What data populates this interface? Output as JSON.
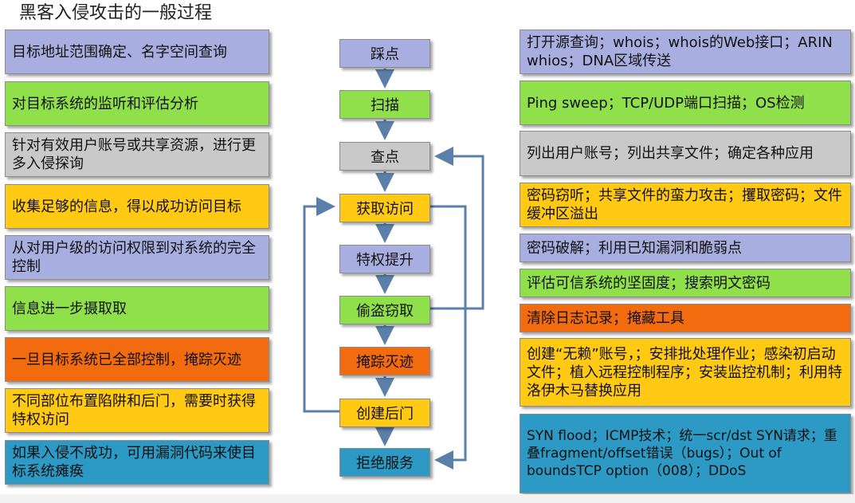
{
  "title": "黑客入侵攻击的一般过程",
  "colors": {
    "purple": "#a9aee0",
    "green": "#8fe04a",
    "gray": "#c9c9c9",
    "yellow": "#ffc914",
    "orange": "#f36b0f",
    "blue": "#2c9ac4",
    "arrow": "#5a7fa8"
  },
  "left_descriptions": [
    "目标地址范围确定、名字空间查询",
    "对目标系统的监听和评估分析",
    "针对有效用户账号或共享资源，进行更多入侵探询",
    "收集足够的信息，得以成功访问目标",
    "从对用户级的访问权限到对系统的完全控制",
    "信息进一步摄取取",
    "一旦目标系统已全部控制，掩踪灭迹",
    "不同部位布置陷阱和后门，需要时获得特权访问",
    "如果入侵不成功，可用漏洞代码来使目标系统瘫痪"
  ],
  "steps": [
    "踩点",
    "扫描",
    "查点",
    "获取访问",
    "特权提升",
    "偷盗窃取",
    "掩踪灭迹",
    "创建后门",
    "拒绝服务"
  ],
  "right_methods": [
    "打开源查询；whois；whois的Web接口；ARIN whios；DNA区域传送",
    "Ping sweep；TCP/UDP端口扫描；OS检测",
    "列出用户账号；列出共享文件；确定各种应用",
    "密码窃听；共享文件的蛮力攻击；攫取密码；文件缓冲区溢出",
    "密码破解；利用已知漏洞和脆弱点",
    "评估可信系统的坚固度；搜索明文密码",
    "清除日志记录；掩藏工具",
    "创建“无赖”账号，；安排批处理作业；感染初启动文件；植入远程控制程序；安装监控机制；利用特洛伊木马替换应用",
    "SYN flood；ICMP技术；统一scr/dst SYN请求；重叠fragment/offset错误（bugs）；Out of boundsTCP option（008）；DDoS"
  ]
}
